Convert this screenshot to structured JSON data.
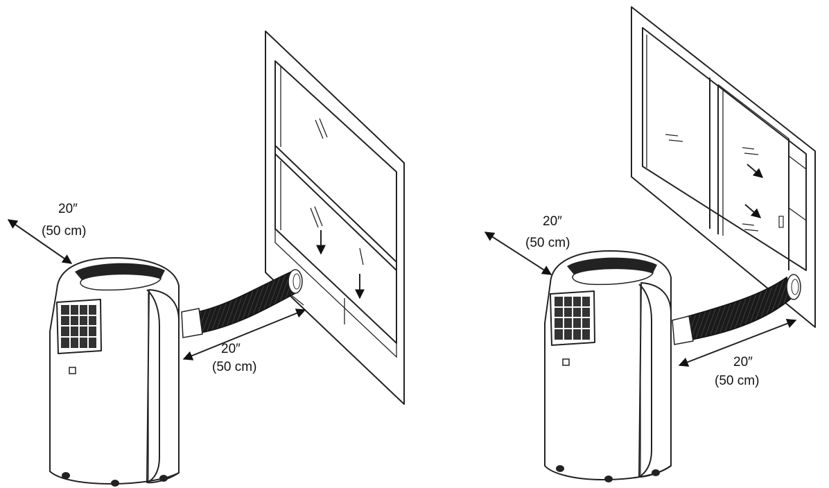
{
  "panels": [
    {
      "window_type": "double-hung",
      "clearance_top": {
        "distance": "20″",
        "metric": "(50 cm)"
      },
      "clearance_side": {
        "distance": "20″",
        "metric": "(50 cm)"
      }
    },
    {
      "window_type": "sliding",
      "clearance_top": {
        "distance": "20″",
        "metric": "(50 cm)"
      },
      "clearance_side": {
        "distance": "20″",
        "metric": "(50 cm)"
      }
    }
  ],
  "colors": {
    "line": "#222222",
    "hose": "#1a1a1a",
    "background": "#ffffff"
  }
}
